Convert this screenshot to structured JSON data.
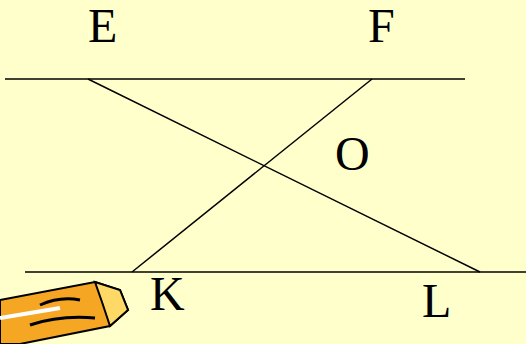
{
  "diagram": {
    "labels": [
      "E",
      "F",
      "O",
      "K",
      "L"
    ]
  }
}
